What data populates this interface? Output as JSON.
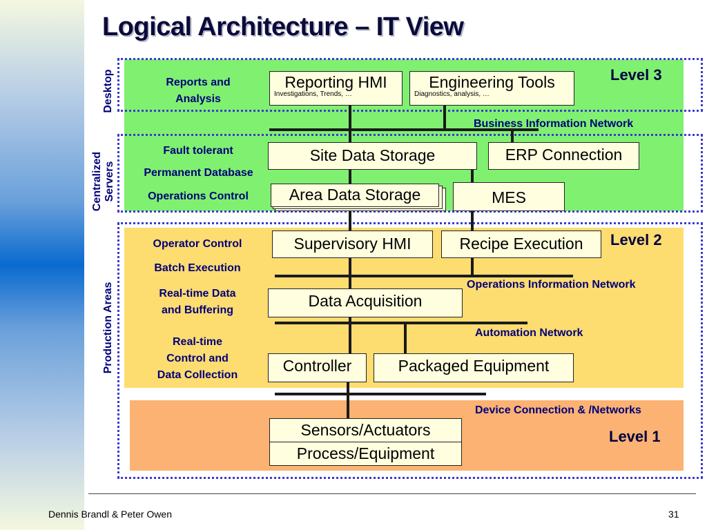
{
  "title": "Logical Architecture – IT View",
  "side_labels": {
    "desktop": "Desktop",
    "centralized_servers_1": "Centralized",
    "centralized_servers_2": "Servers",
    "production_areas": "Production Areas"
  },
  "levels": {
    "level3": "Level 3",
    "level2": "Level 2",
    "level1": "Level 1"
  },
  "left_labels": {
    "reports_1": "Reports and",
    "reports_2": "Analysis",
    "fault_tolerant": "Fault tolerant",
    "permanent_database": "Permanent Database",
    "operations_control": "Operations Control",
    "operator_control": "Operator Control",
    "batch_execution": "Batch Execution",
    "realtime_data_1": "Real-time Data",
    "realtime_data_2": "and Buffering",
    "realtime_control_1": "Real-time",
    "realtime_control_2": "Control and",
    "realtime_control_3": "Data Collection"
  },
  "networks": {
    "business": "Business Information Network",
    "operations": "Operations Information Network",
    "automation": "Automation Network",
    "device": "Device Connection & /Networks"
  },
  "boxes": {
    "reporting_hmi": "Reporting HMI",
    "reporting_hmi_sub": "Investigations, Trends, …",
    "engineering_tools": "Engineering Tools",
    "engineering_tools_sub": "Diagnostics, analysis, …",
    "site_data_storage": "Site Data Storage",
    "erp_connection": "ERP Connection",
    "area_data_storage": "Area Data Storage",
    "mes": "MES",
    "supervisory_hmi": "Supervisory HMI",
    "recipe_execution": "Recipe Execution",
    "data_acquisition": "Data Acquisition",
    "controller": "Controller",
    "packaged_equipment": "Packaged Equipment",
    "sensors_actuators": "Sensors/Actuators",
    "process_equipment": "Process/Equipment"
  },
  "footer": {
    "authors": "Dennis Brandl & Peter Owen",
    "page": "31"
  },
  "colors": {
    "level3_zone": "#80f070",
    "level2_zone": "#fddc70",
    "level1_zone": "#fbb272",
    "dotted_border": "#3a3acf",
    "box_fill": "#ffffe0"
  }
}
